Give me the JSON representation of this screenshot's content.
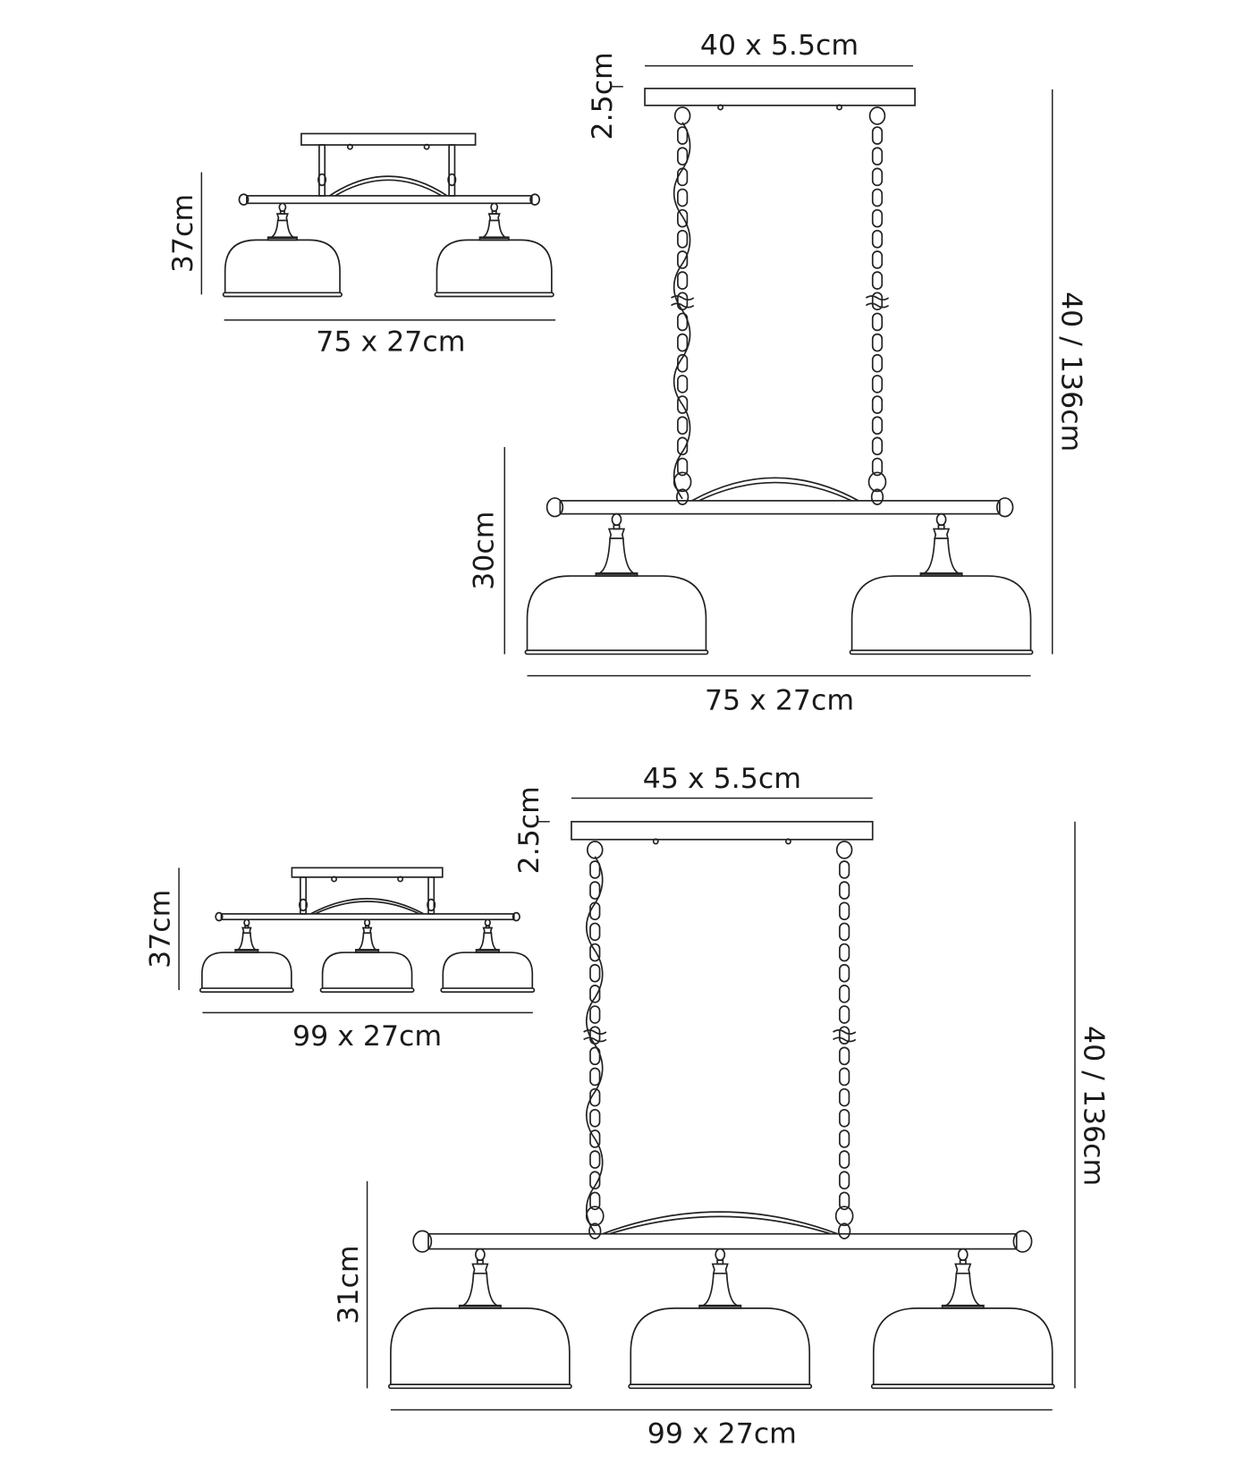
{
  "top_small": {
    "height": "37cm",
    "width": "75 x 27cm"
  },
  "top_large": {
    "canopy": "40 x 5.5cm",
    "canopy_depth": "2.5cm",
    "height": "30cm",
    "drop": "40 / 136cm",
    "width": "75 x 27cm"
  },
  "bottom_small": {
    "height": "37cm",
    "width": "99 x 27cm"
  },
  "bottom_large": {
    "canopy": "45 x 5.5cm",
    "canopy_depth": "2.5cm",
    "height": "31cm",
    "drop": "40 / 136cm",
    "width": "99 x 27cm"
  }
}
